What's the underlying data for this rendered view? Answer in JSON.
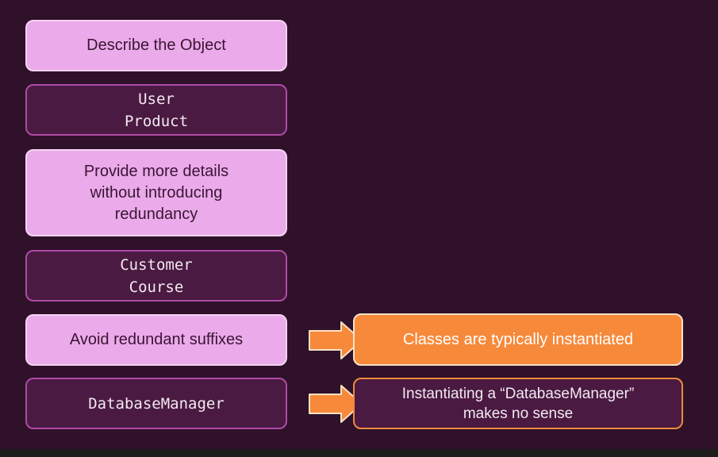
{
  "boxes": {
    "describe": "Describe the Object",
    "example1": [
      "User",
      "Product"
    ],
    "details": [
      "Provide more details",
      "without introducing",
      "redundancy"
    ],
    "example2": [
      "Customer",
      "Course"
    ],
    "avoid": "Avoid redundant suffixes",
    "bad_example": "DatabaseManager"
  },
  "callouts": {
    "instantiated": "Classes are typically instantiated",
    "no_sense": [
      "Instantiating a “DatabaseManager”",
      "makes no sense"
    ]
  },
  "colors": {
    "background": "#2f1129",
    "light_box": "#ebaaea",
    "dark_box": "#4a1a42",
    "accent_orange": "#f7893a"
  }
}
